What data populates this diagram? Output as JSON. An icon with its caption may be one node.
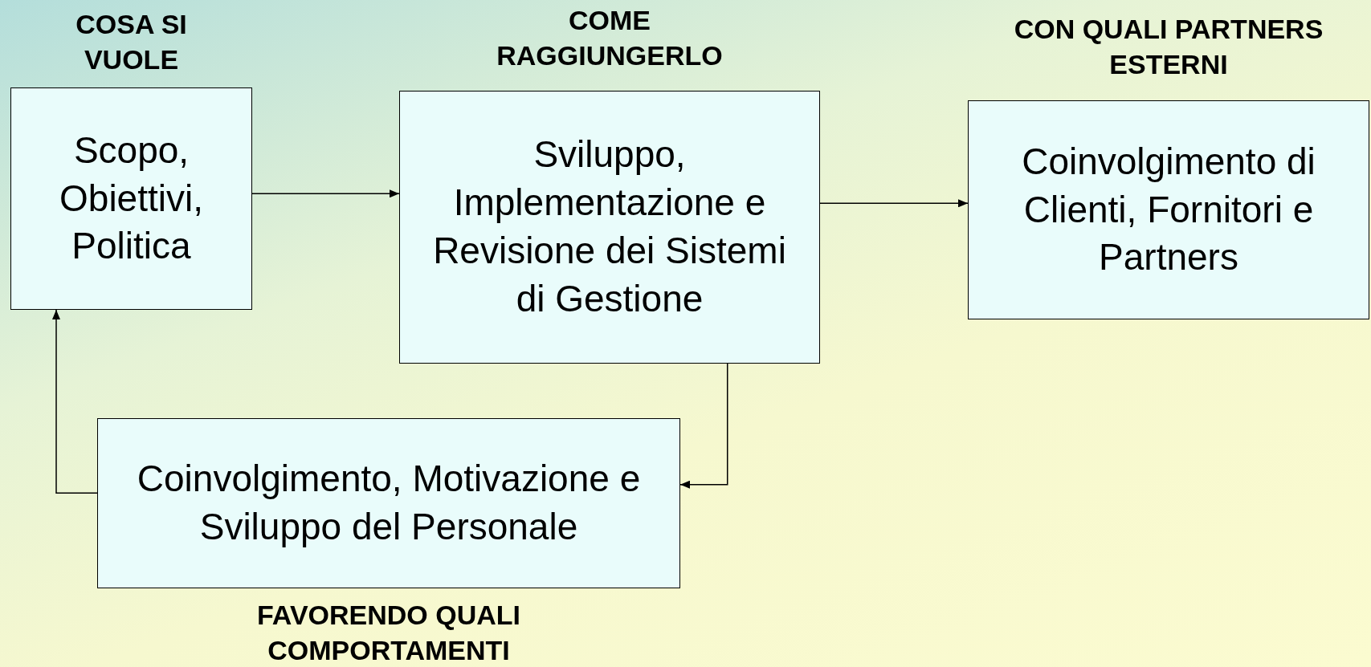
{
  "diagram": {
    "nodes": [
      {
        "text": [
          "COSA SI VUOLE",
          "Scopo, Obiettivi, Politica"
        ]
      },
      {
        "text": [
          "COME RAGGIUNGERLO",
          "Sviluppo, Implementazione e Revisione dei Sistemi di Gestione"
        ]
      },
      {
        "text": [
          "CON QUALI PARTNERS ESTERNI",
          "Coinvolgimento di Clienti, Fornitori e Partners"
        ]
      },
      {
        "text": [
          "Coinvolgimento, Motivazione e Sviluppo del Personale"
        ],
        "beside": [
          "FAVORENDO QUALI COMPORTAMENTI"
        ]
      }
    ],
    "edges": [
      {
        "from": 0,
        "to": 1,
        "arrow": "to"
      },
      {
        "from": 1,
        "to": 2,
        "arrow": "to"
      },
      {
        "from": 1,
        "to": 3,
        "arrow": "to"
      },
      {
        "from": 3,
        "to": 0,
        "arrow": "to"
      }
    ]
  }
}
